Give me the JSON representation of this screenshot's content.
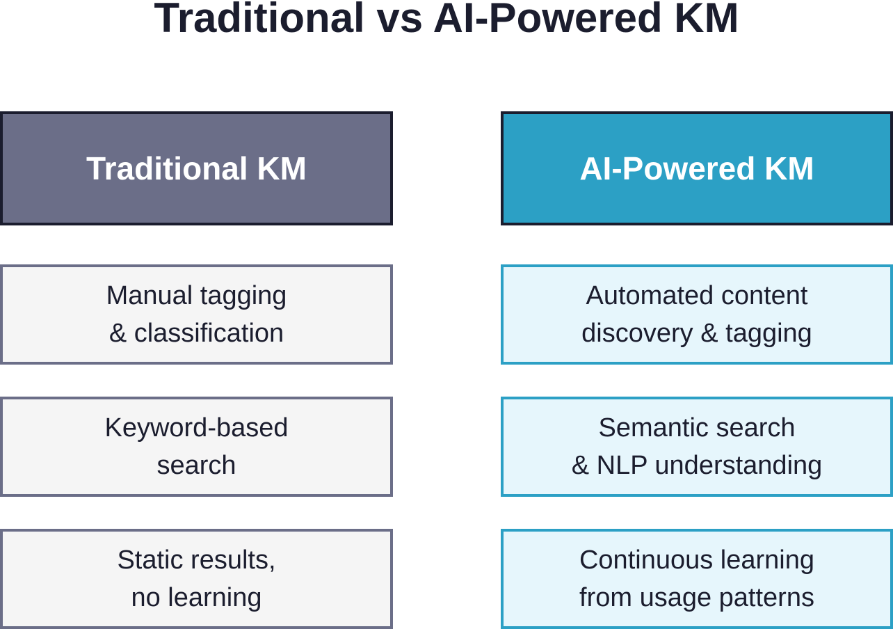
{
  "title": "Traditional vs AI-Powered KM",
  "colors": {
    "traditional_header": "#6b6e88",
    "ai_header": "#2ca0c5",
    "traditional_item_bg": "#f5f5f5",
    "ai_item_bg": "#e6f6fc",
    "text_dark": "#1b1d2e"
  },
  "traditional": {
    "header": "Traditional KM",
    "items": [
      {
        "line1": "Manual tagging",
        "line2": "& classification"
      },
      {
        "line1": "Keyword-based",
        "line2": "search"
      },
      {
        "line1": "Static results,",
        "line2": "no learning"
      }
    ]
  },
  "ai": {
    "header": "AI-Powered KM",
    "items": [
      {
        "line1": "Automated content",
        "line2": "discovery & tagging"
      },
      {
        "line1": "Semantic search",
        "line2": "& NLP understanding"
      },
      {
        "line1": "Continuous learning",
        "line2": "from usage patterns"
      }
    ]
  }
}
